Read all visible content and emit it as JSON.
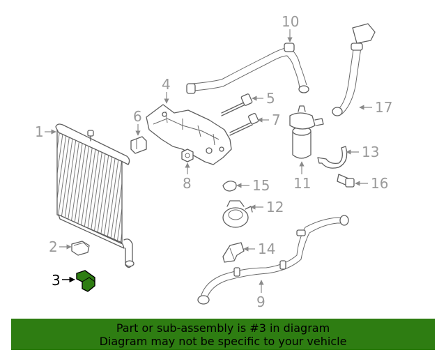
{
  "diagram": {
    "callouts": [
      "1",
      "2",
      "3",
      "4",
      "5",
      "6",
      "7",
      "8",
      "9",
      "10",
      "11",
      "12",
      "13",
      "14",
      "15",
      "16",
      "17"
    ],
    "highlighted_callout": "3",
    "highlight_color": "#2e7d12"
  },
  "footer": {
    "line1": "Part or sub-assembly is #3 in diagram",
    "line2": "Diagram may not be specific to your vehicle",
    "background": "#2e7d12"
  }
}
